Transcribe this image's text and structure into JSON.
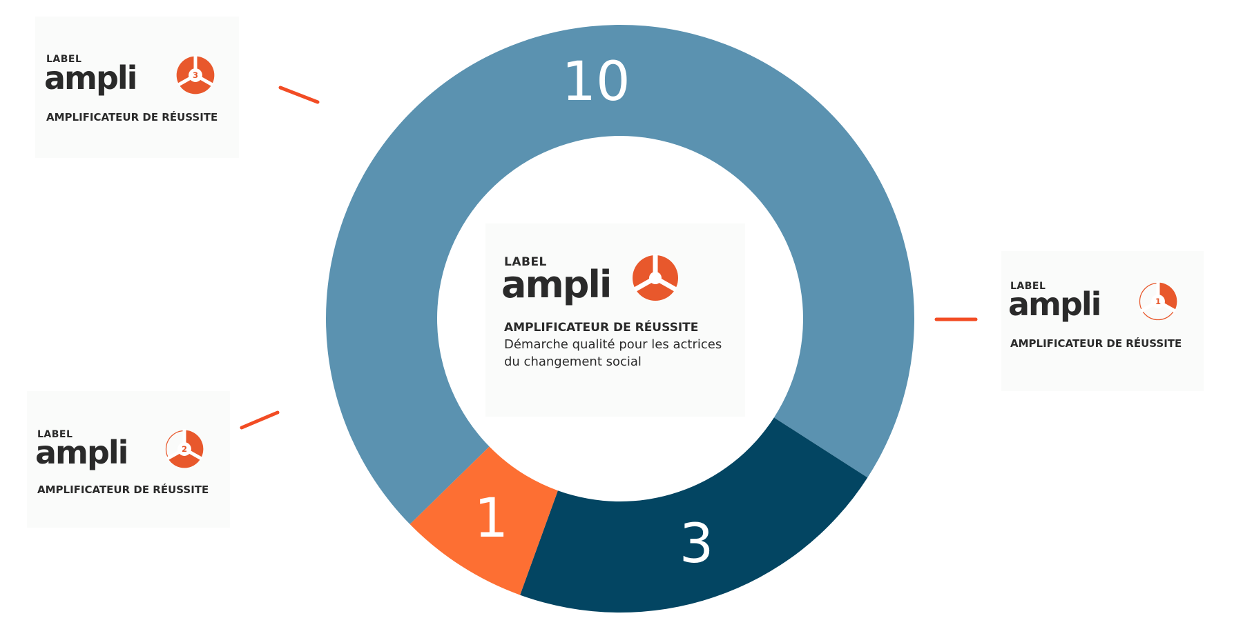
{
  "chart_data": {
    "type": "pie",
    "donut": true,
    "values": [
      10,
      3,
      1
    ],
    "labels": [
      "10",
      "3",
      "1"
    ],
    "colors": [
      "#5b92b0",
      "#034562",
      "#fd6f33"
    ],
    "label_color": "#ffffff",
    "leader_color": "#f24c24"
  },
  "center_logo": {
    "label": "LABEL",
    "wordmark": "ampli",
    "tagline": "AMPLIFICATEUR DE RÉUSSITE",
    "description_line1": "Démarche qualité pour les actrices",
    "description_line2": "du changement social"
  },
  "badges": [
    {
      "label": "LABEL",
      "wordmark": "ampli",
      "tagline": "AMPLIFICATEUR DE RÉUSSITE",
      "level": "1"
    },
    {
      "label": "LABEL",
      "wordmark": "ampli",
      "tagline": "AMPLIFICATEUR DE RÉUSSITE",
      "level": "2"
    },
    {
      "label": "LABEL",
      "wordmark": "ampli",
      "tagline": "AMPLIFICATEUR DE RÉUSSITE",
      "level": "3"
    }
  ],
  "brand_colors": {
    "orange": "#e8582c",
    "ink": "#2a2a2a"
  }
}
